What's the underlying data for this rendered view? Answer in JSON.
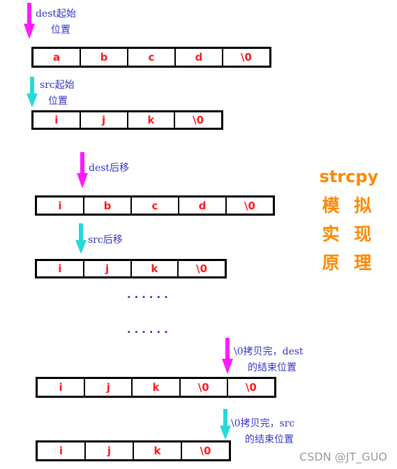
{
  "colors": {
    "dest_arrow": "#ff1aff",
    "src_arrow": "#26d9d9",
    "cell_text": "#ff1a1a",
    "label_text": "#3333cc",
    "title_text": "#ff8800"
  },
  "icons": [
    "dest-pointer-arrow-icon",
    "src-pointer-arrow-icon"
  ],
  "steps": [
    {
      "label_line1": "dest起始",
      "label_line2": "位置",
      "cells": [
        "a",
        "b",
        "c",
        "d",
        "\\0"
      ]
    },
    {
      "label_line1": "src起始",
      "label_line2": "位置",
      "cells": [
        "i",
        "j",
        "k",
        "\\0"
      ]
    },
    {
      "label_line1": "dest后移",
      "label_line2": "",
      "cells": [
        "i",
        "b",
        "c",
        "d",
        "\\0"
      ]
    },
    {
      "label_line1": "src后移",
      "label_line2": "",
      "cells": [
        "i",
        "j",
        "k",
        "\\0"
      ]
    },
    {
      "label_line1": "\\0拷贝完，dest",
      "label_line2": "的结束位置",
      "cells": [
        "i",
        "j",
        "k",
        "\\0",
        "\\0"
      ]
    },
    {
      "label_line1": "\\0拷贝完，src",
      "label_line2": "的结束位置",
      "cells": [
        "i",
        "j",
        "k",
        "\\0"
      ]
    }
  ],
  "ellipsis": [
    "......",
    "......"
  ],
  "side_title": [
    "strcpy",
    "模 拟",
    "实 现",
    "原 理"
  ],
  "watermark": "CSDN @JT_GUO"
}
